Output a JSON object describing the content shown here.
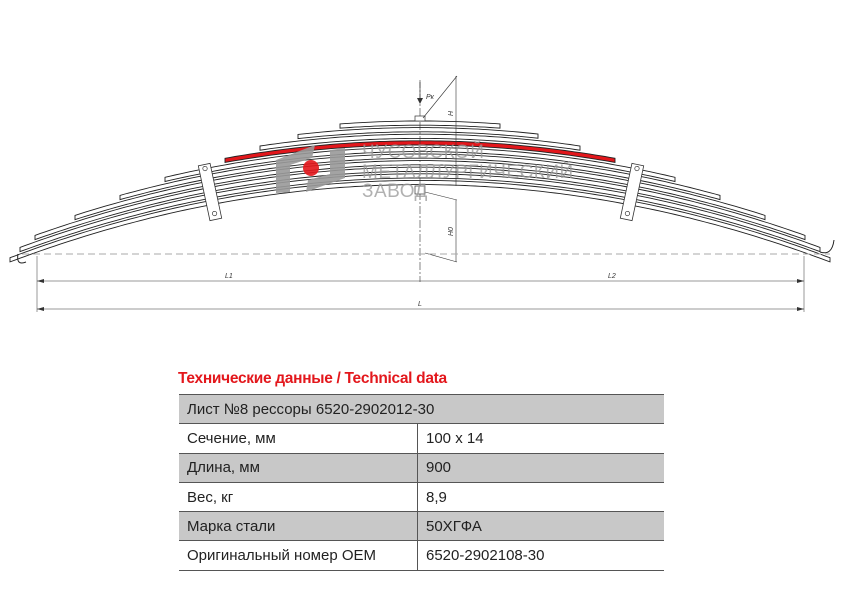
{
  "drawing": {
    "labels": {
      "load": "Pк",
      "height": "H",
      "height0": "H0",
      "left_length": "L1",
      "right_length": "L2",
      "total_length": "L"
    },
    "highlight_color": "#e3171c",
    "leaf_count": 10,
    "highlighted_leaf": 8
  },
  "watermark": {
    "line1": "ЧУСОВСКОЙ",
    "line2": "МЕТАЛЛУРГИЧЕСКИЙ",
    "line3": "ЗАВОД"
  },
  "section_title": "Технические данные / Technical data",
  "table": {
    "header": "Лист №8 рессоры 6520-2902012-30",
    "rows": [
      {
        "label": "Сечение, мм",
        "value": "100 x 14"
      },
      {
        "label": "Длина, мм",
        "value": "900"
      },
      {
        "label": "Вес, кг",
        "value": "8,9"
      },
      {
        "label": "Марка стали",
        "value": "50ХГФА"
      },
      {
        "label": "Оригинальный номер OEM",
        "value": "6520-2902108-30"
      }
    ]
  }
}
